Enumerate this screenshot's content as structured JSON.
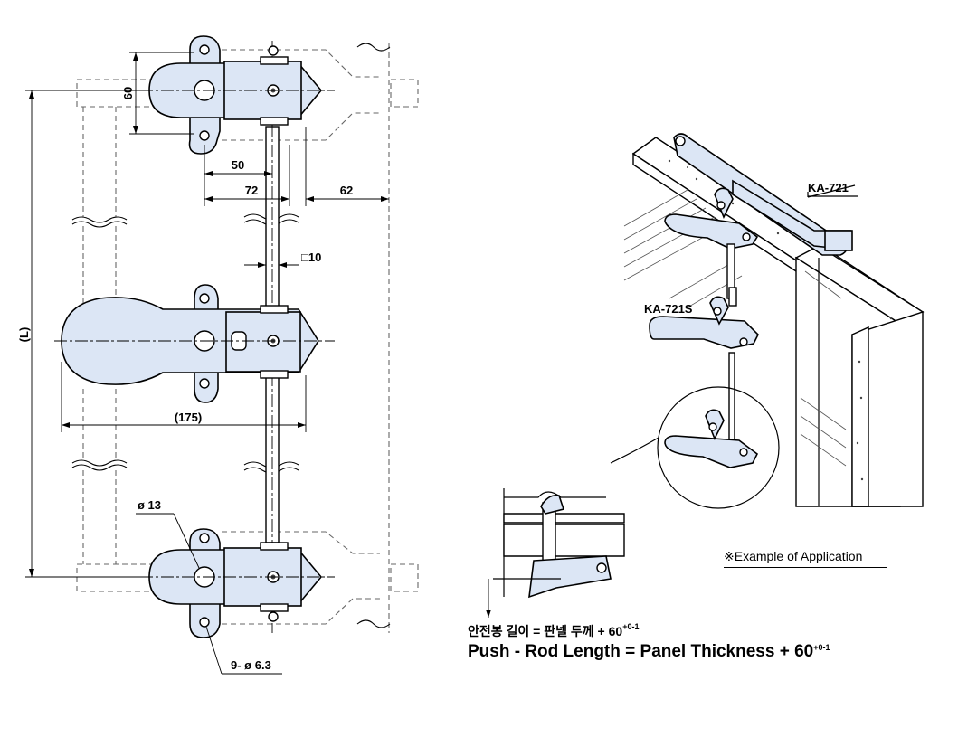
{
  "dimensions": {
    "d60": "60",
    "d50": "50",
    "d72": "72",
    "d62": "62",
    "rod": "□10",
    "L": "(L)",
    "d175": "(175)",
    "hole13": "ø 13",
    "holes": "9- ø 6.3"
  },
  "labels": {
    "ka721": "KA-721",
    "ka721s": "KA-721S",
    "example": "※Example of Application"
  },
  "formula": {
    "korean": "안전봉 길이 = 판넬 두께 + 60",
    "korean_tol_upper": "+0",
    "korean_tol_lower": "-1",
    "english": "Push - Rod Length = Panel Thickness + 60",
    "english_tol_upper": "+0",
    "english_tol_lower": "-1"
  },
  "colors": {
    "part_fill": "#dce6f5",
    "line": "#000000",
    "dashed": "#666666"
  }
}
